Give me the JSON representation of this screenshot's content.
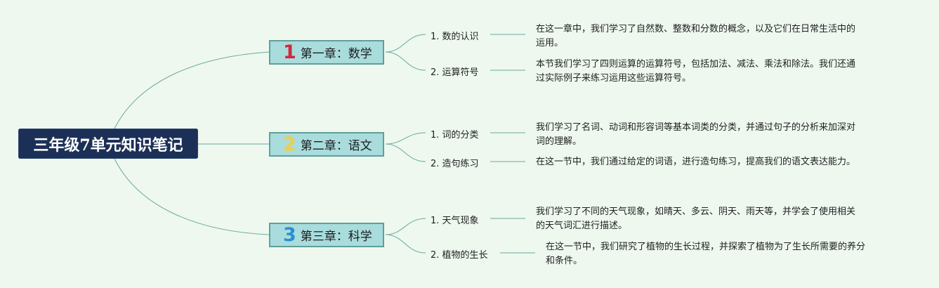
{
  "root": {
    "title": "三年级7单元知识笔记"
  },
  "chapters": [
    {
      "number": "1",
      "number_color": "#d3273e",
      "title": "第一章：数学",
      "topics": [
        {
          "label": "1. 数的认识",
          "note_lines": [
            "在这一章中，我们学习了自然数、整数和分数的概念，以及它们在日常生活中的",
            "运用。"
          ]
        },
        {
          "label": "2. 运算符号",
          "note_lines": [
            "本节我们学习了四则运算的运算符号，包括加法、减法、乘法和除法。我们还通",
            "过实际例子来练习运用这些运算符号。"
          ]
        }
      ]
    },
    {
      "number": "2",
      "number_color": "#f2cd45",
      "title": "第二章：语文",
      "topics": [
        {
          "label": "1. 词的分类",
          "note_lines": [
            "我们学习了名词、动词和形容词等基本词类的分类，并通过句子的分析来加深对",
            "词的理解。"
          ]
        },
        {
          "label": "2. 造句练习",
          "note_lines": [
            "在这一节中，我们通过给定的词语，进行造句练习，提高我们的语文表达能力。"
          ]
        }
      ]
    },
    {
      "number": "3",
      "number_color": "#2a8fd4",
      "title": "第三章：科学",
      "topics": [
        {
          "label": "1. 天气现象",
          "note_lines": [
            "我们学习了不同的天气现象，如晴天、多云、阴天、雨天等，并学会了使用相关",
            "的天气词汇进行描述。"
          ]
        },
        {
          "label": "2. 植物的生长",
          "note_lines": [
            "在这一节中，我们研究了植物的生长过程，并探索了植物为了生长所需要的养分",
            "和条件。"
          ]
        }
      ]
    }
  ],
  "colors": {
    "background": "#eef8ef",
    "root_fill": "#1c3057",
    "chapter_fill": "#a9dcdc",
    "line": "#6aa89f"
  }
}
